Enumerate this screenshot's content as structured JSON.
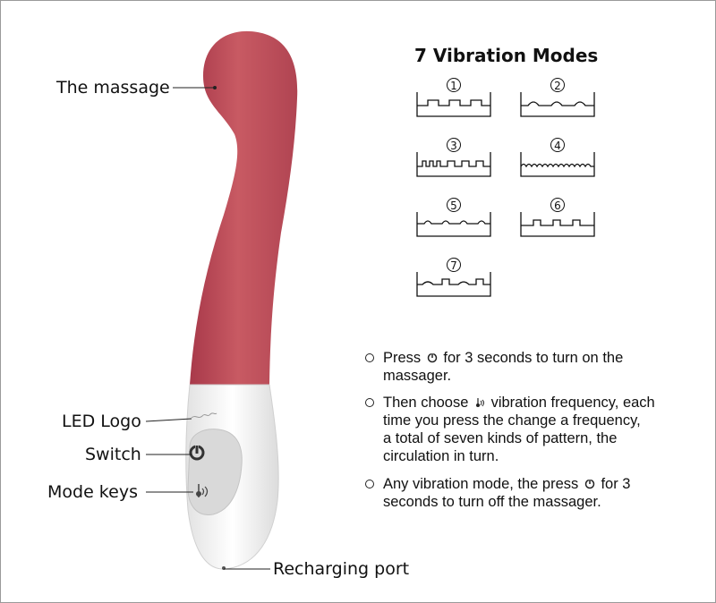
{
  "callouts": {
    "massage": "The massage",
    "led_logo": "LED Logo",
    "switch": "Switch",
    "mode_keys": "Mode keys",
    "recharging_port": "Recharging port"
  },
  "modes": {
    "title": "7 Vibration Modes",
    "items": [
      {
        "number": "1"
      },
      {
        "number": "2"
      },
      {
        "number": "3"
      },
      {
        "number": "4"
      },
      {
        "number": "5"
      },
      {
        "number": "6"
      },
      {
        "number": "7"
      }
    ]
  },
  "instructions": {
    "step1_a": "Press",
    "step1_b": "for 3 seconds to turn on the",
    "step1_c": "massager.",
    "step2_a": "Then choose",
    "step2_b": "vibration frequency, each",
    "step2_c": "time you press the change a frequency,",
    "step2_d": "a total of seven kinds of pattern, the",
    "step2_e": "circulation in turn.",
    "step3_a": "Any vibration mode, the press",
    "step3_b": "for 3",
    "step3_c": "seconds to turn off the massager."
  },
  "colors": {
    "body": "#c0505a",
    "handle": "#f2f2f2",
    "button_pad": "#d9d9d9"
  },
  "icons": {
    "power": "power-icon",
    "mode": "vibration-mode-icon"
  }
}
